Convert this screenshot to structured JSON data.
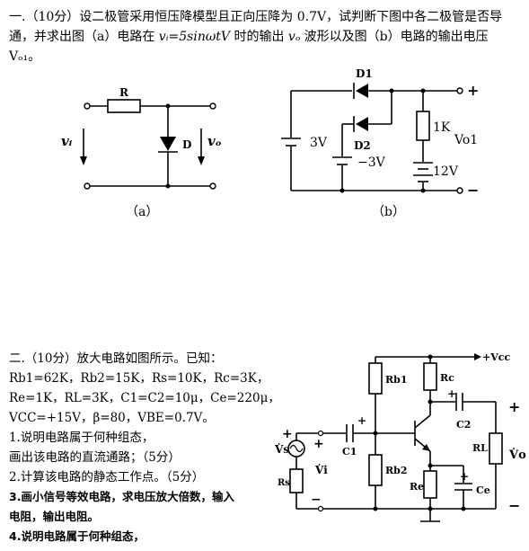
{
  "q1": {
    "text_before": "一.（10分）设二极管采用恒压降模型且正向压降为 0.7V，试判断下图中各二极管是否导通，并求出图（a）电路在 ",
    "vi_expr": "vᵢ=5sinωtV",
    "text_mid": " 时的输出 ",
    "vo": "vₒ",
    "text_after": " 波形以及图（b）电路的输出电压 Vₒ₁。"
  },
  "circuit_a": {
    "caption": "（a）",
    "resistor": "R",
    "diode": "D",
    "vi_label": "vᵢ",
    "vo_label": "vₒ"
  },
  "circuit_b": {
    "caption": "（b）",
    "d1": "D1",
    "d2": "D2",
    "src_3v": "3V",
    "src_neg3v": "−3V",
    "resistor": "1K",
    "src_12v": "12V",
    "out_label": "Vo1",
    "plus": "+",
    "minus": "−"
  },
  "q2": {
    "title": "二.（10分）放大电路如图所示。已知：",
    "line1": "Rb1=62K，Rb2=15K，Rs=10K，Rc=3K，",
    "line2": "Re=1K，RL=3K，C1=C2=10μ，Ce=220μ，",
    "line3": "VCC=+15V，β=80，VBE=0.7V。",
    "item1a": "1.说明电路属于何种组态，",
    "item1b": "画出该电路的直流通路；（5分）",
    "item2": "2.计算该电路的静态工作点。（5分）",
    "item3a": "3.画小信号等效电路，求电压放大倍数，输入",
    "item3b": "电阻，输出电阻。",
    "item4": "4.说明电路属于何种组态，"
  },
  "amp_circuit": {
    "vcc": "+Vcc",
    "rb1": "Rb1",
    "rb2": "Rb2",
    "rc": "Rc",
    "re": "Re",
    "ce": "Ce",
    "c1": "C1",
    "c2": "C2",
    "rl": "RL",
    "rs": "Rs",
    "vs": "V̇s",
    "vi": "V̇i",
    "vo": "V̇o",
    "plus": "+",
    "minus": "−"
  }
}
